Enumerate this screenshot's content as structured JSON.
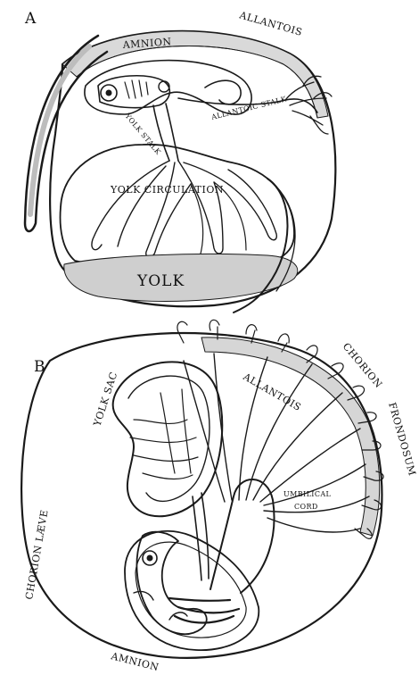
{
  "figure": {
    "panel_a": {
      "letter": "A",
      "labels": {
        "allantois": "ALLANTOIS",
        "amnion": "AMNION",
        "yolk_stalk": "YOLK STALK",
        "allantoic_stalk": "ALLANTOIC STALK",
        "yolk_circulation": "YOLK CIRCULATION",
        "yolk": "YOLK"
      }
    },
    "panel_b": {
      "letter": "B",
      "labels": {
        "yolk_sac": "YOLK SAC",
        "allantois": "ALLANTOIS",
        "chorion": "CHORION",
        "frondosum": "FRONDOSUM",
        "umbilical": "UMBILICAL",
        "cord": "CORD",
        "chorion_laeve": "CHORION LÆVE",
        "amnion": "AMNION"
      }
    }
  }
}
